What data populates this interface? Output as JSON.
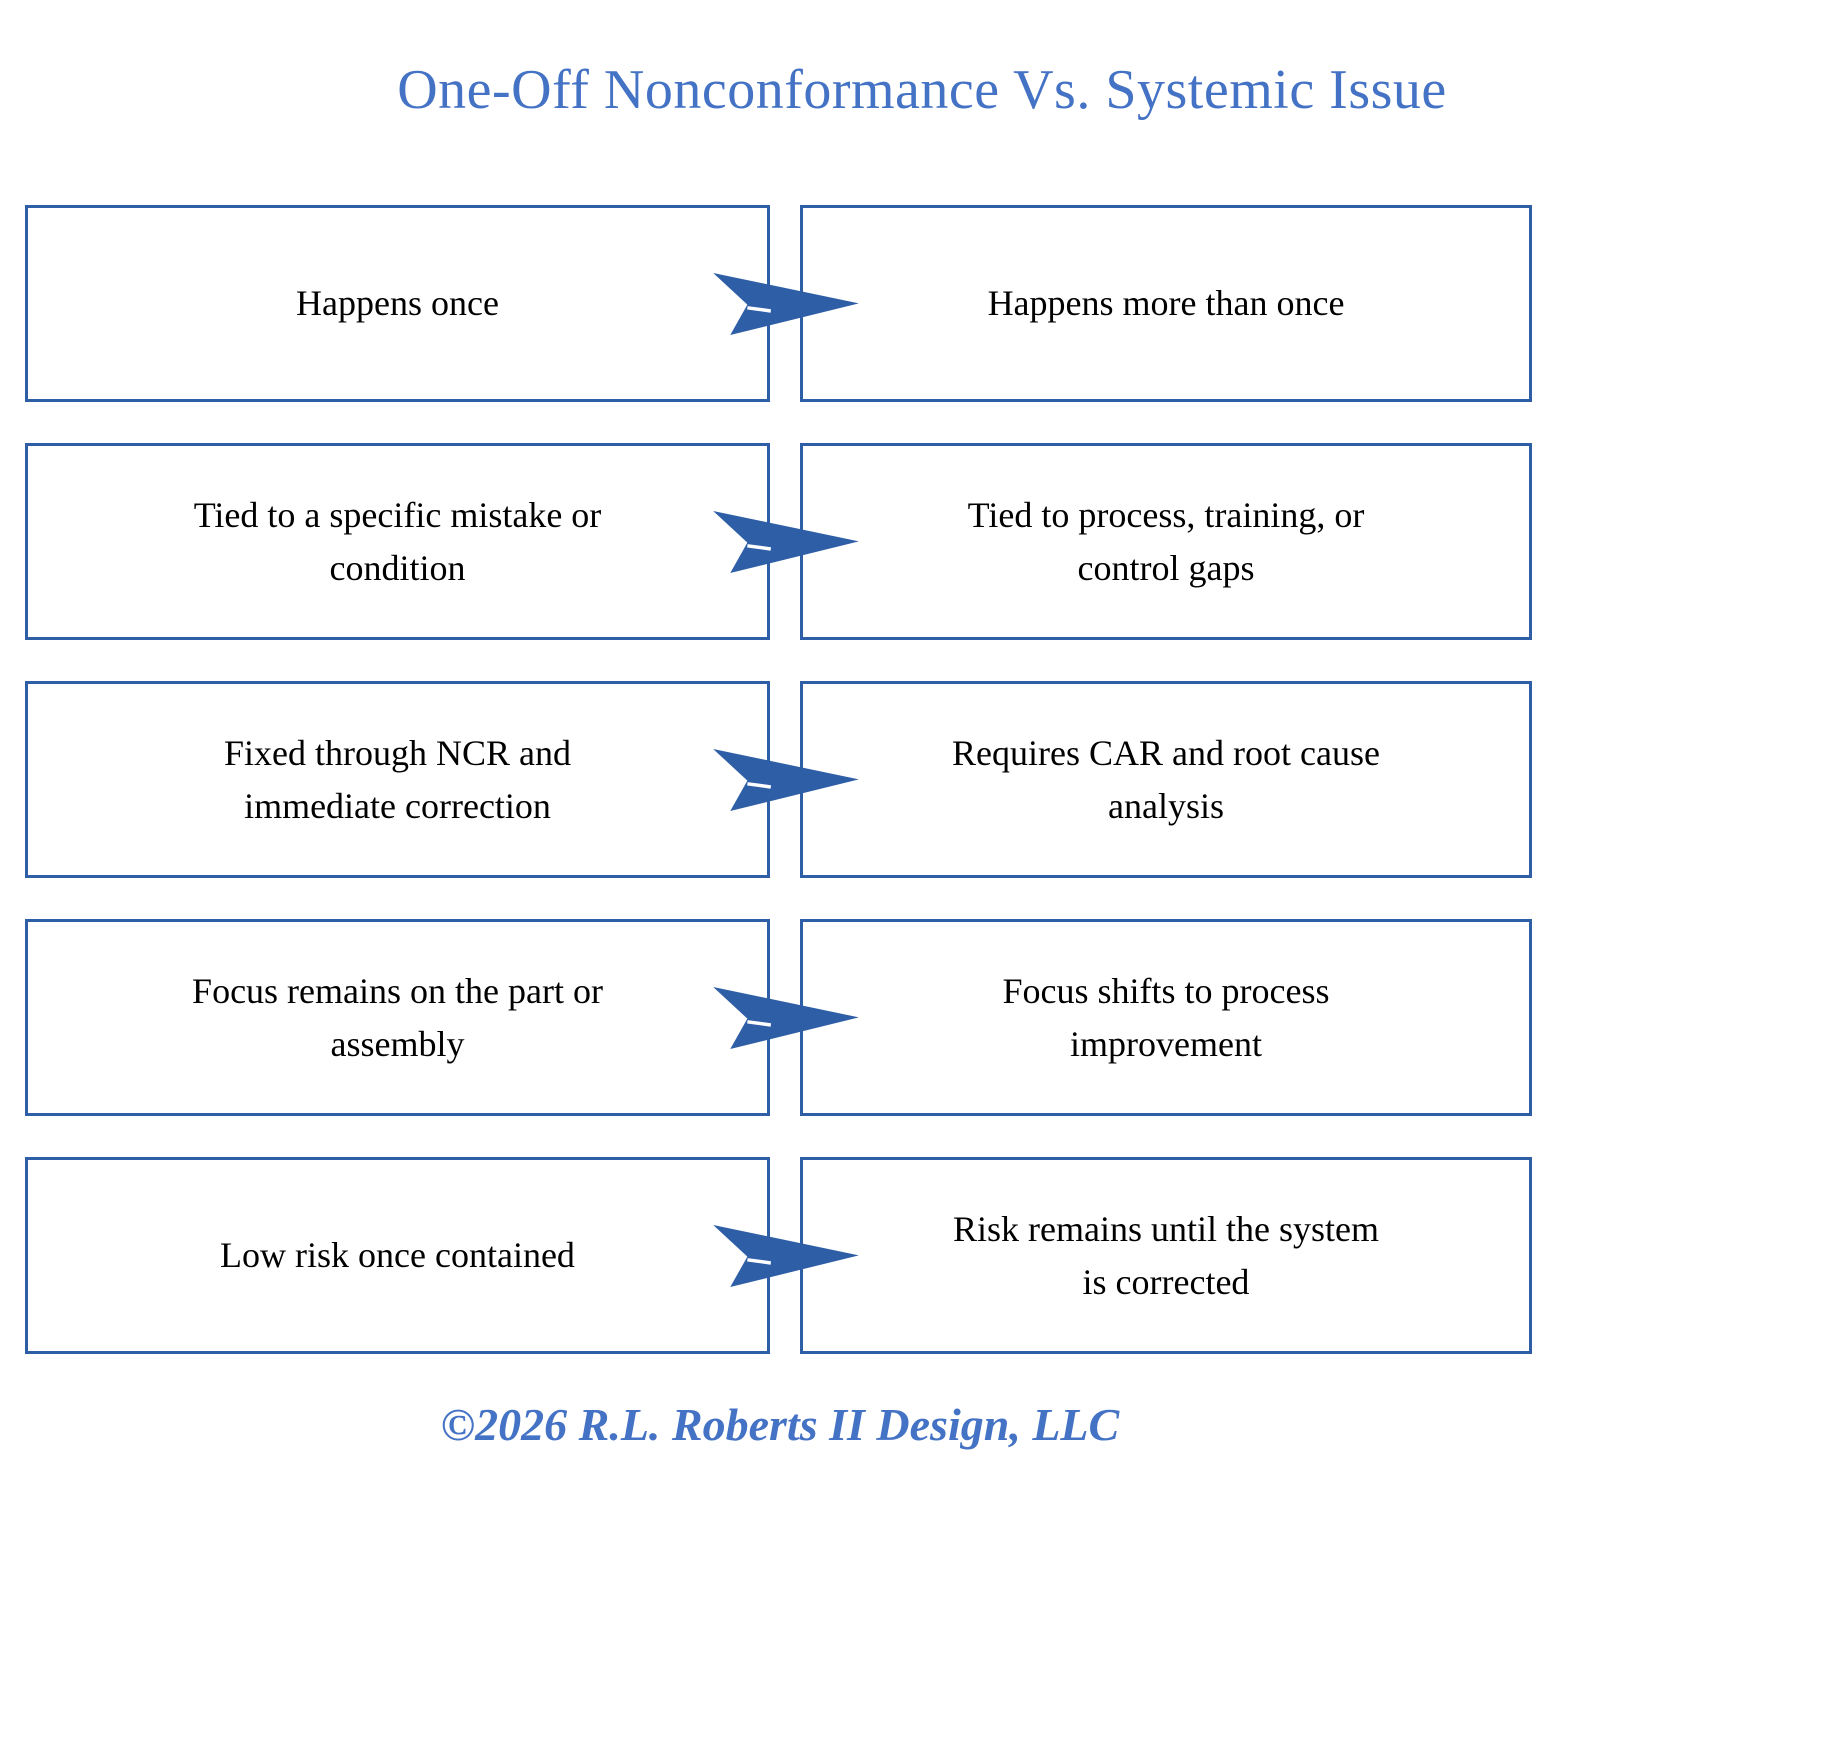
{
  "title": "One-Off Nonconformance Vs. Systemic Issue",
  "rows": [
    {
      "left": "Happens once",
      "right": "Happens more than once"
    },
    {
      "left": "Tied to a specific mistake or\ncondition",
      "right": "Tied to process, training, or\ncontrol gaps"
    },
    {
      "left": "Fixed through NCR and\nimmediate correction",
      "right": "Requires CAR and root cause\nanalysis"
    },
    {
      "left": "Focus remains on the part or\nassembly",
      "right": "Focus shifts to process\nimprovement"
    },
    {
      "left": "Low risk once contained",
      "right": "Risk remains until the system\nis corrected"
    }
  ],
  "footer": "©2026 R.L. Roberts II Design, LLC",
  "icons": {
    "between_boxes": "right-arrow-dart-icon"
  },
  "colors": {
    "title": "#4472C4",
    "box_border": "#2E5EA6",
    "box_text": "#000000",
    "arrow": "#2E5EA6",
    "footer": "#4472C4",
    "background": "#FFFFFF"
  }
}
